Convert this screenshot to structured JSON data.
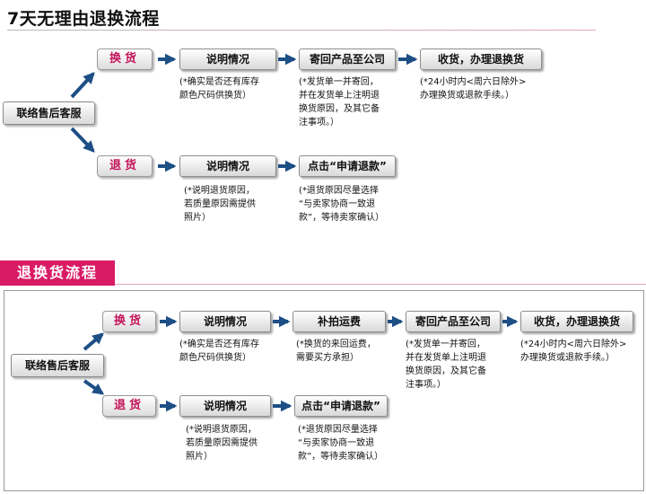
{
  "section1": {
    "title": "7天无理由退换流程",
    "customer_service": "联络售后客服",
    "exchange": {
      "label": "换货",
      "steps": [
        "说明情况",
        "寄回产品至公司",
        "收货，办理退换货"
      ],
      "notes": [
        [
          "(*确实是否还有库存",
          "颜色尺码供换货）"
        ],
        [
          "(*发货单一并寄回，",
          "并在发货单上注明退",
          "换货原因，及其它备",
          "注事项。）"
        ],
        [
          "(*24小时内<周六日除外>",
          "办理换货或退款手续。）"
        ]
      ]
    },
    "return": {
      "label": "退货",
      "steps": [
        "说明情况",
        "点击“申请退款”"
      ],
      "notes": [
        [
          "(*说明退货原因，",
          "若质量原因需提供",
          "照片）"
        ],
        [
          "(*退货原因尽量选择",
          "“与卖家协商一致退",
          "款”，等待卖家确认）"
        ]
      ]
    }
  },
  "section2": {
    "title": "退换货流程",
    "customer_service": "联络售后客服",
    "exchange": {
      "label": "换货",
      "steps": [
        "说明情况",
        "补拍运费",
        "寄回产品至公司",
        "收货，办理退换货"
      ],
      "notes": [
        [
          "(*确实是否还有库存",
          "颜色尺码供换货）"
        ],
        [
          "(*换货的来回运费，",
          "需要买方承担）"
        ],
        [
          "(*发货单一并寄回，",
          "并在发货单上注明退",
          "换货原因，及其它备",
          "注事项。）"
        ],
        [
          "(*24小时内<周六日除外>",
          "办理换货或退款手续。）"
        ]
      ]
    },
    "return": {
      "label": "退货",
      "steps": [
        "说明情况",
        "点击“申请退款”"
      ],
      "notes": [
        [
          "(*说明退货原因，",
          "若质量原因需提供",
          "照片）"
        ],
        [
          "(*退货原因尽量选择",
          "“与卖家协商一致退",
          "款”，等待卖家确认）"
        ]
      ]
    }
  },
  "colors": {
    "accent": "#d91b66",
    "arrow": "#1d4f86",
    "pill_text": "#c4145a"
  }
}
